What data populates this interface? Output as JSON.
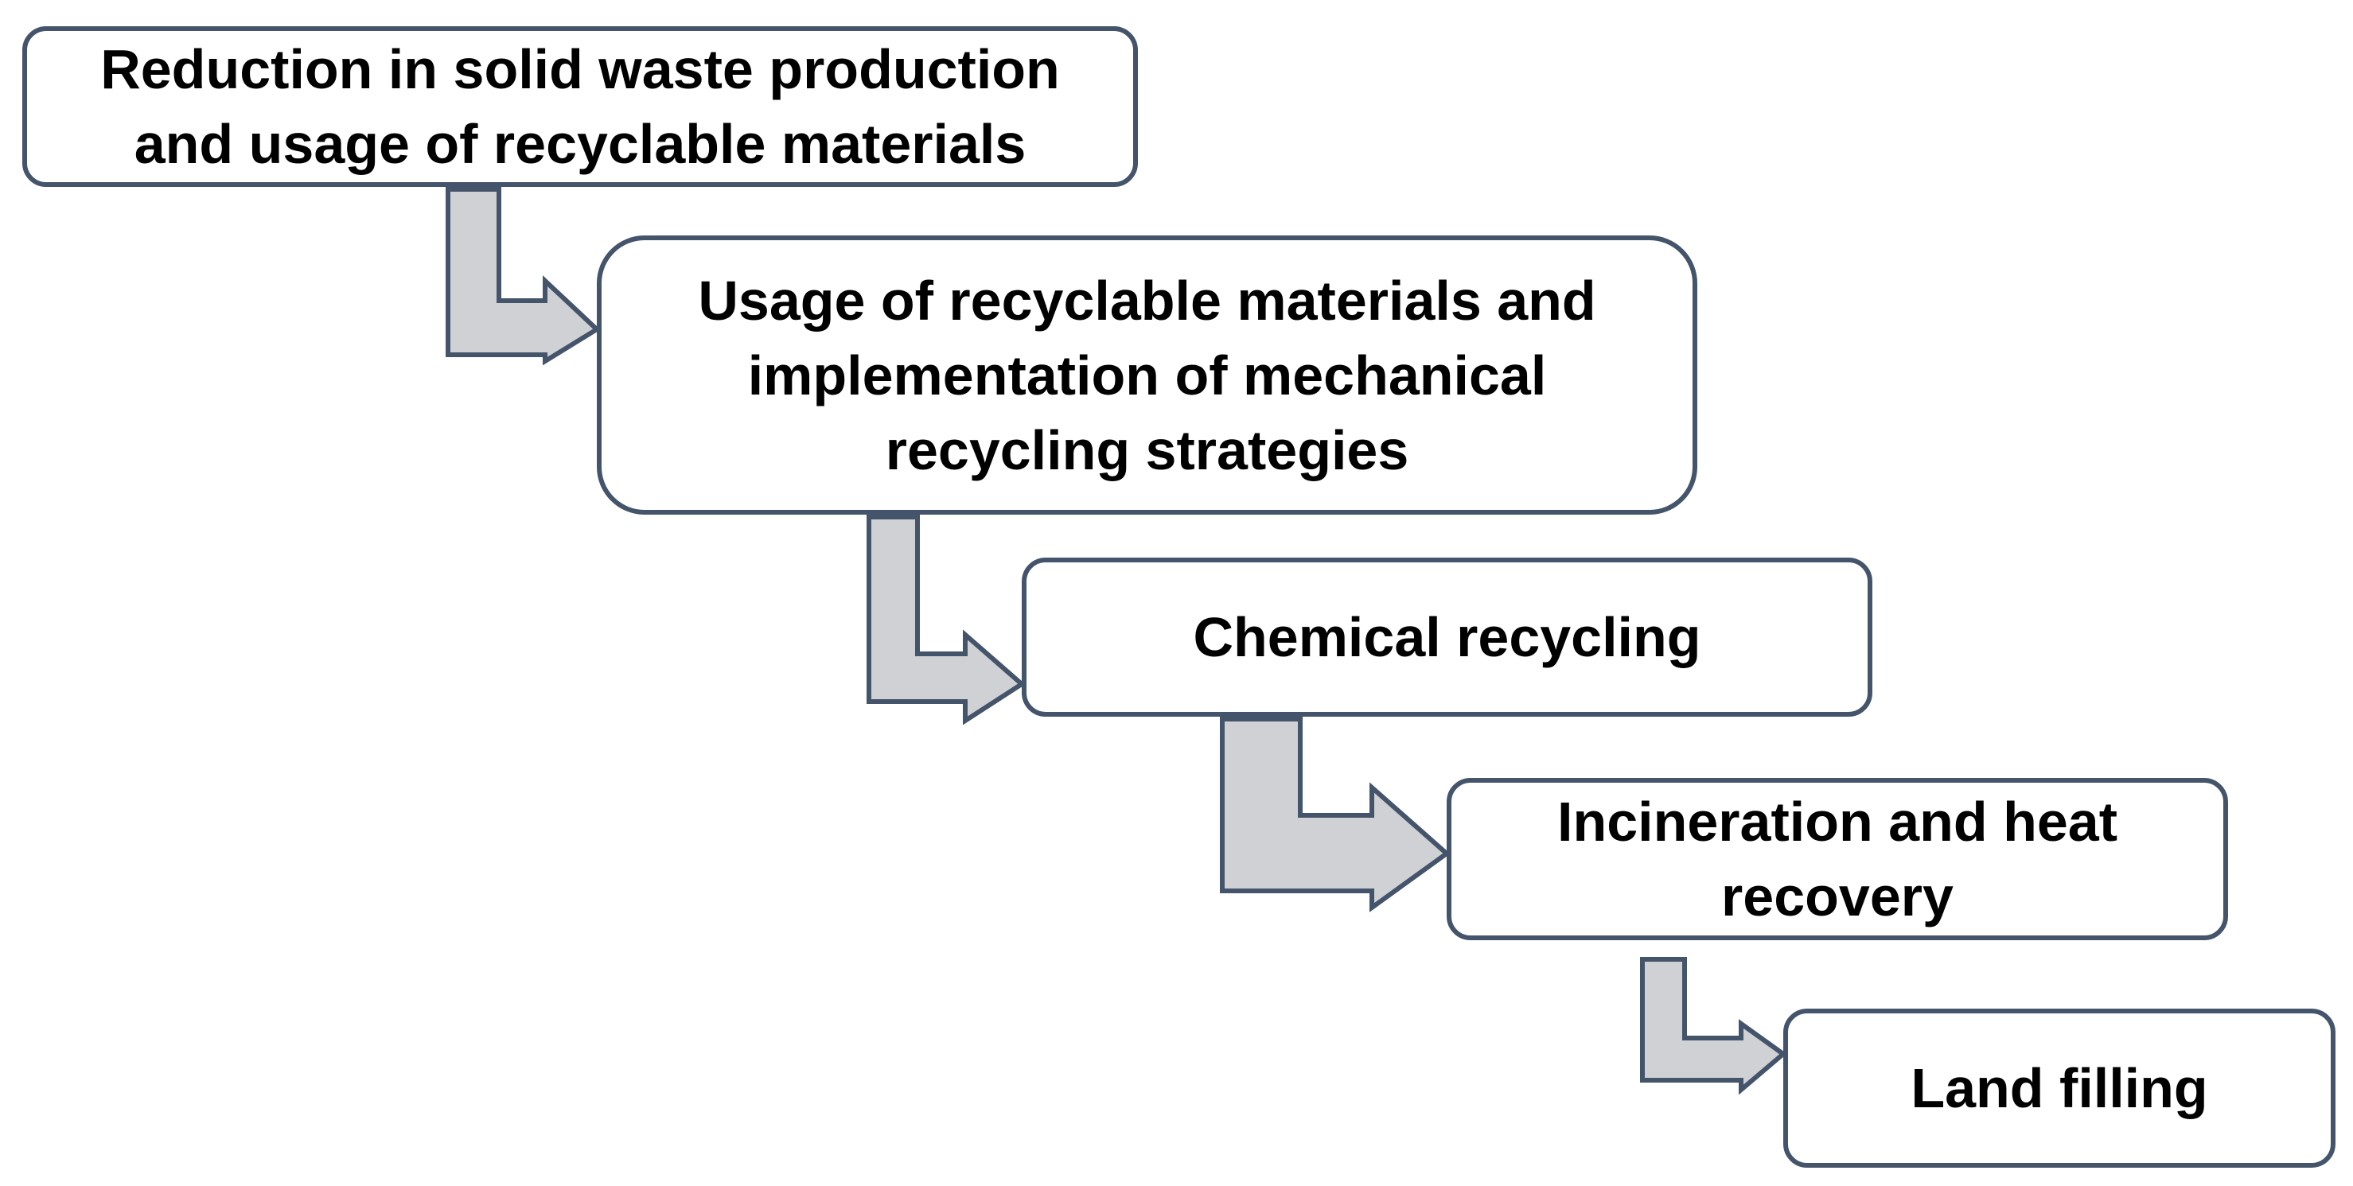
{
  "diagram": {
    "steps": [
      {
        "label": "Reduction in solid waste production and usage of recyclable materials"
      },
      {
        "label": "Usage of recyclable materials and implementation of mechanical recycling strategies"
      },
      {
        "label": "Chemical recycling"
      },
      {
        "label": "Incineration and heat recovery"
      },
      {
        "label": "Land filling"
      }
    ]
  },
  "colors": {
    "box_border": "#44546a",
    "box_fill": "#ffffff",
    "arrow_fill": "#d0d1d5",
    "arrow_stroke": "#44546a",
    "text": "#000000"
  }
}
